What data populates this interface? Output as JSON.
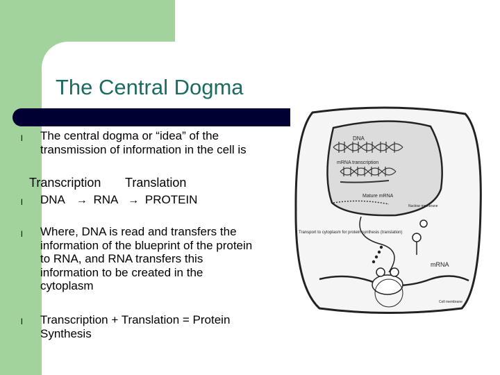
{
  "slide": {
    "title": "The Central Dogma",
    "bullets": [
      "The central dogma or “idea” of the\ntransmission of information in the cell is",
      "Where, DNA is read and transfers the\ninformation of the blueprint of the protein\nto RNA, and RNA transfers this\ninformation to be created in the\ncytoplasm",
      "Transcription + Translation = Protein\nSynthesis"
    ],
    "process_labels": {
      "transcription": "Transcription",
      "translation": "Translation"
    },
    "flow": {
      "dna": "DNA",
      "rna": "RNA",
      "protein": "PROTEIN"
    },
    "bullet_glyph": "l"
  },
  "diagram": {
    "labels": {
      "dna": "DNA",
      "mrna_transcription": "mRNA transcription",
      "mature_mrna": "Mature mRNA",
      "nuclear_membrane": "Nuclear membrane",
      "transport": "Transport to cytoplasm for\nprotein synthesis (translation)",
      "mrna": "mRNA",
      "cell_membrane": "Cell membrane"
    }
  },
  "colors": {
    "green": "#a3d39c",
    "title": "#1b6b63",
    "bar": "#000033"
  }
}
